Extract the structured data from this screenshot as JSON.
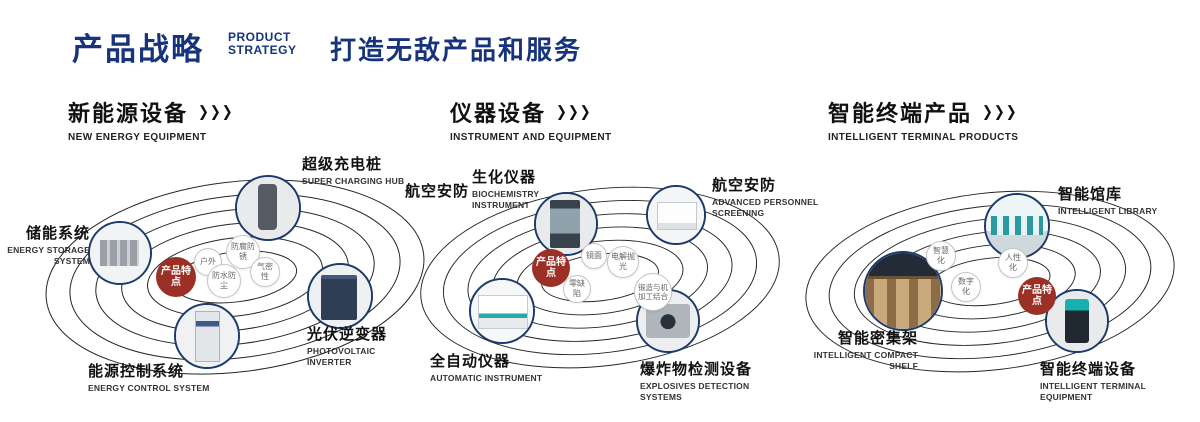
{
  "header": {
    "title": "产品战略",
    "subtitle_line1": "PRODUCT",
    "subtitle_line2": "STRATEGY",
    "slogan": "打造无敌产品和服务"
  },
  "icons": {
    "section_arrow": "❯❯❯"
  },
  "colors": {
    "brand_blue": "#16337c",
    "feature_red": "#9b3027",
    "circle_border_navy": "#1c3a6b"
  },
  "sections": [
    {
      "title": "新能源设备",
      "subtitle": "NEW ENERGY EQUIPMENT",
      "center_label": "产品特点",
      "features": [
        "户外",
        "防腐防锈",
        "气密性",
        "防水防尘"
      ],
      "items": [
        {
          "name": "超级充电桩",
          "en": "SUPER CHARGING HUB"
        },
        {
          "name": "储能系统",
          "en": "ENERGY STORAGE SYSTEM"
        },
        {
          "name": "光伏逆变器",
          "en": "PHOTOVOLTAIC INVERTER"
        },
        {
          "name": "能源控制系统",
          "en": "ENERGY CONTROL SYSTEM"
        }
      ]
    },
    {
      "title": "仪器设备",
      "subtitle": "INSTRUMENT AND EQUIPMENT",
      "center_label": "产品特点",
      "extra_label": "航空安防",
      "features": [
        "镜面",
        "电解抛光",
        "零缺陷",
        "锻造与机加工结合"
      ],
      "items": [
        {
          "name": "生化仪器",
          "en": "BIOCHEMISTRY INSTRUMENT"
        },
        {
          "name": "航空安防",
          "en": "ADVANCED PERSONNEL SCREENING"
        },
        {
          "name": "全自动仪器",
          "en": "AUTOMATIC INSTRUMENT"
        },
        {
          "name": "爆炸物检测设备",
          "en": "EXPLOSIVES DETECTION SYSTEMS"
        }
      ]
    },
    {
      "title": "智能终端产品",
      "subtitle": "INTELLIGENT TERMINAL PRODUCTS",
      "center_label": "产品特点",
      "features": [
        "智慧化",
        "人性化",
        "数字化"
      ],
      "items": [
        {
          "name": "智能馆库",
          "en": "INTELLIGENT LIBRARY"
        },
        {
          "name": "智能密集架",
          "en": "INTELLIGENT COMPACT SHELF"
        },
        {
          "name": "智能终端设备",
          "en": "INTELLIGENT TERMINAL EQUIPMENT"
        }
      ]
    }
  ]
}
